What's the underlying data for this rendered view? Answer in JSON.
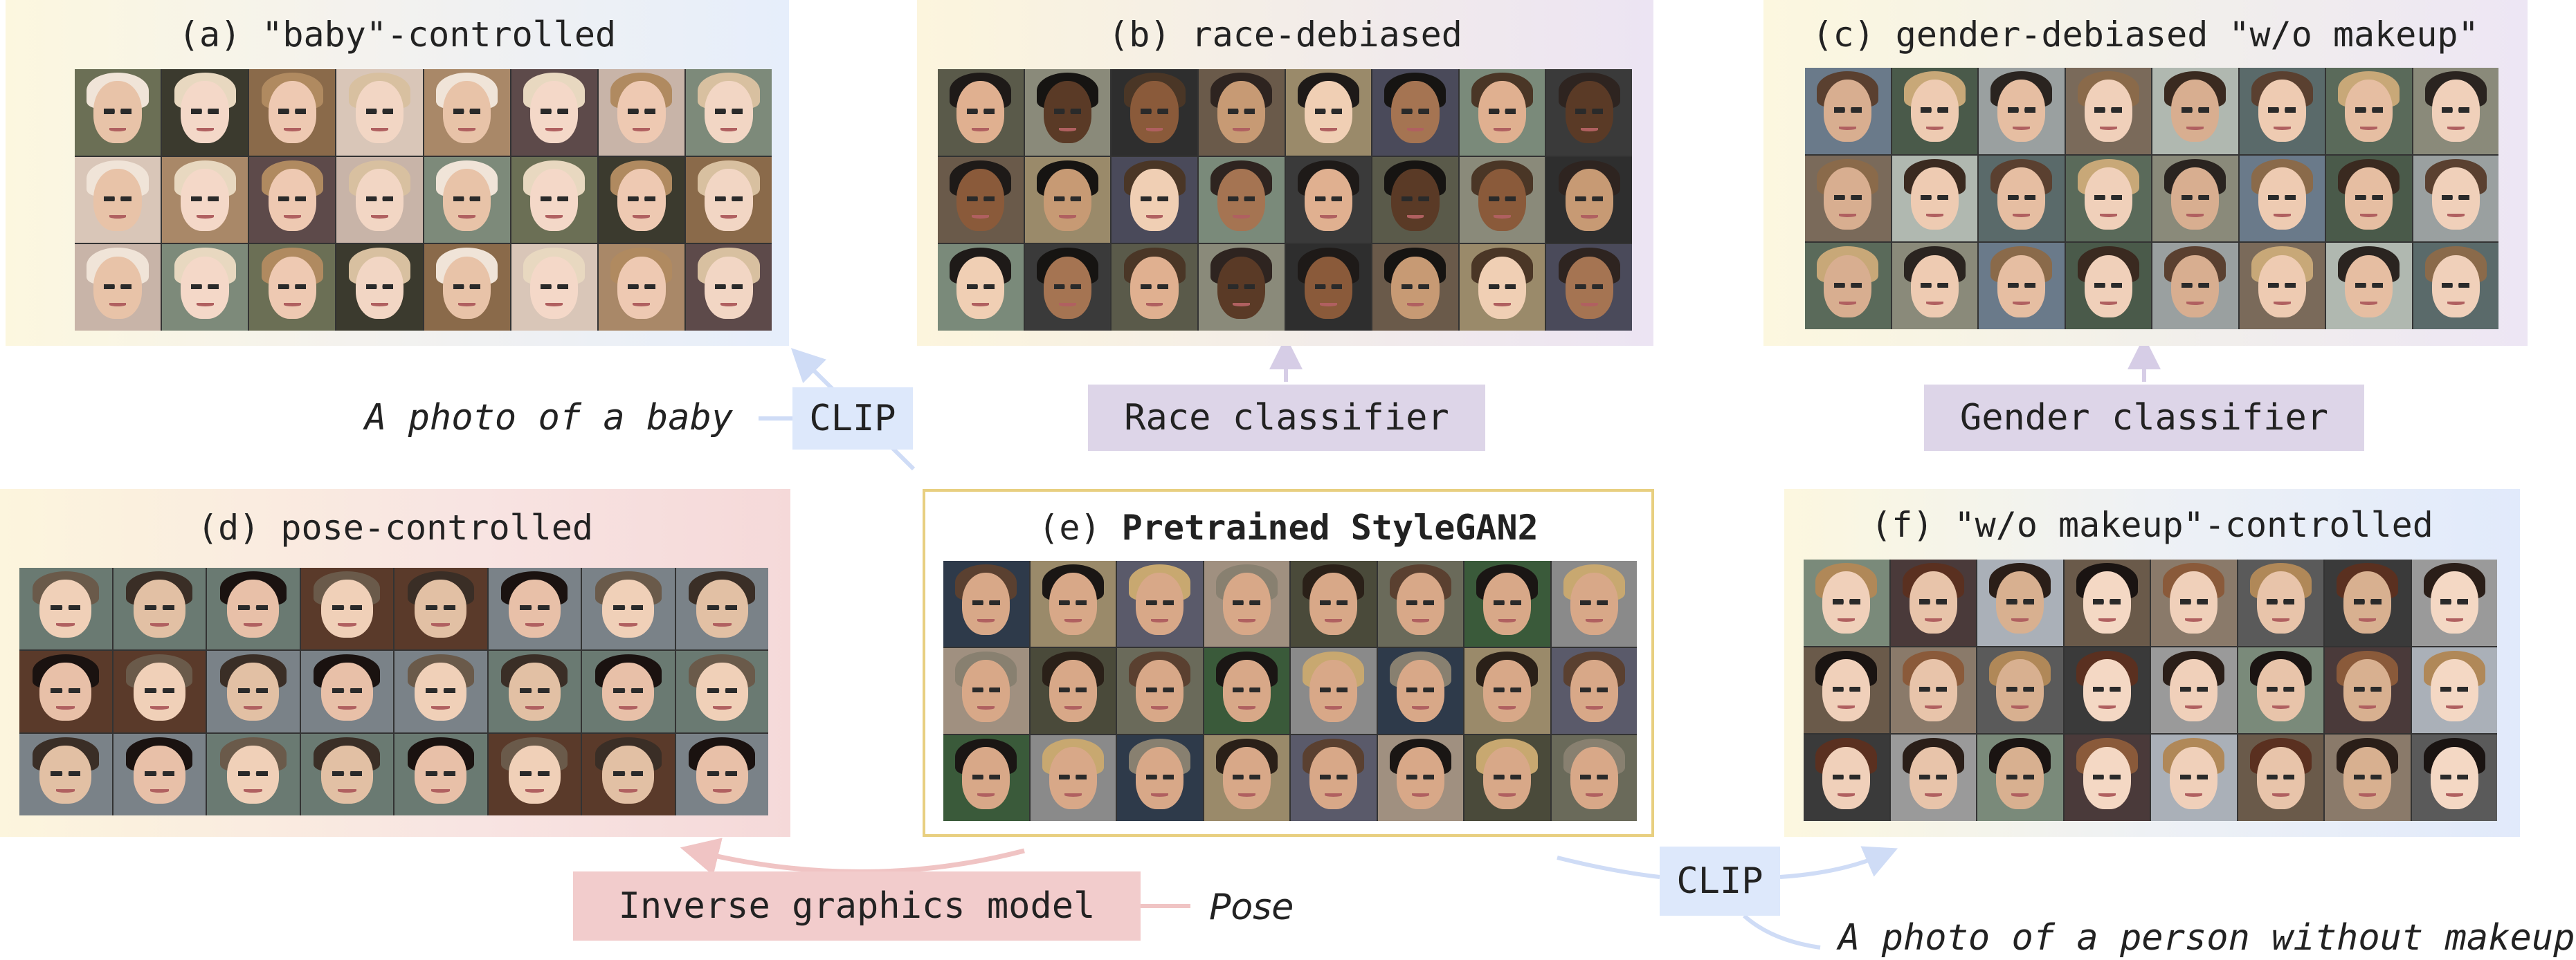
{
  "panels": {
    "a": {
      "title": "(a) \"baby\"-controlled"
    },
    "b": {
      "title": "(b) race-debiased"
    },
    "c": {
      "title": "(c) gender-debiased \"w/o makeup\""
    },
    "d": {
      "title": "(d) pose-controlled"
    },
    "e": {
      "title_prefix": "(e) ",
      "title_bold": "Pretrained StyleGAN2"
    },
    "f": {
      "title": "(f) \"w/o makeup\"-controlled"
    }
  },
  "labels": {
    "clip_top": "CLIP",
    "race_classifier": "Race classifier",
    "gender_classifier": "Gender classifier",
    "inverse_graphics": "Inverse graphics model",
    "clip_bottom": "CLIP"
  },
  "captions": {
    "baby_prompt": "A photo of a baby",
    "pose": "Pose",
    "no_makeup_prompt": "A photo of a person without makeup"
  },
  "colors": {
    "arrow_blue": "#cfdcf6",
    "arrow_purple": "#d6cde6",
    "arrow_red": "#f0c4c4",
    "pretrained_border": "#e8cf80"
  }
}
